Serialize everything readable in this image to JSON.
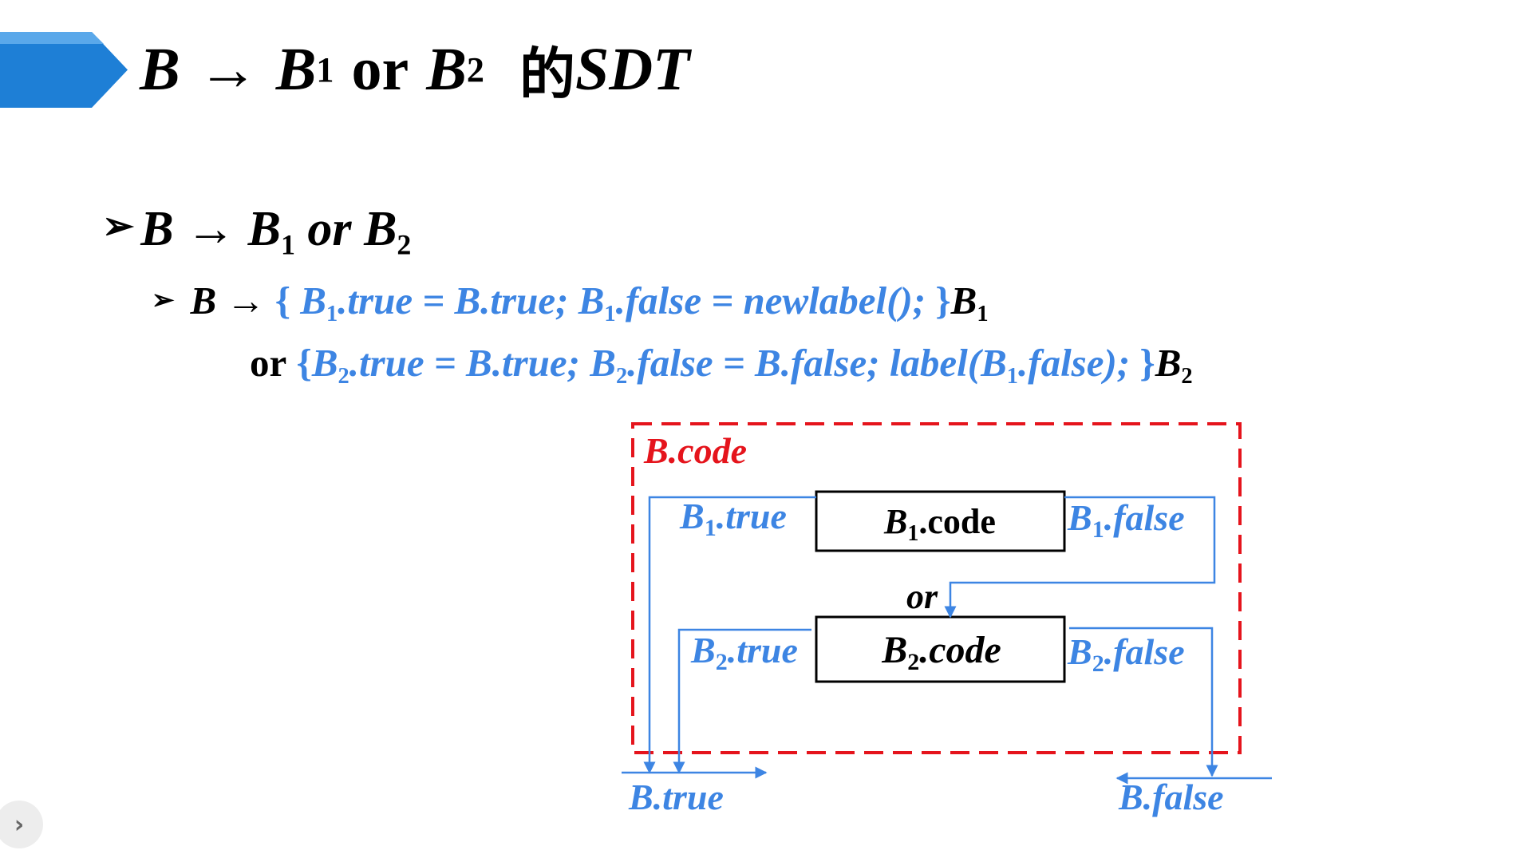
{
  "title": {
    "b": "B",
    "arrow": "→",
    "b1": "B",
    "b1_sub": "1",
    "or": "or",
    "b2": "B",
    "b2_sub": "2",
    "de": "的",
    "sdt": "SDT"
  },
  "bullet1": {
    "marker": "➢",
    "b": "B",
    "arrow": "→",
    "b1": "B",
    "b1_sub": "1",
    "or": "or",
    "b2": "B",
    "b2_sub": "2"
  },
  "bullet2": {
    "marker": "➢",
    "b": "B",
    "arrow": "→",
    "open": "{",
    "p1a": "B",
    "p1a_sub": "1",
    "p1b": ".true = B.true;",
    "p2a": "B",
    "p2a_sub": "1",
    "p2b": ".false = newlabel();",
    "close": "}",
    "tail": "B",
    "tail_sub": "1"
  },
  "bullet3": {
    "or": "or",
    "open": "{",
    "p1a": "B",
    "p1a_sub": "2",
    "p1b": ".true = B.true;",
    "p2a": "B",
    "p2a_sub": "2",
    "p2b": ".false = B.false;",
    "p3a": "label(B",
    "p3a_sub": "1",
    "p3b": ".false);",
    "close": "}",
    "tail": "B",
    "tail_sub": "2"
  },
  "diagram": {
    "bcode_label": "B.code",
    "b1_code_main": "B",
    "b1_code_sub": "1",
    "b1_code_rest": ".code",
    "b2_code_main": "B",
    "b2_code_sub": "2",
    "b2_code_rest": ".code",
    "b1_true_main": "B",
    "b1_true_sub": "1",
    "b1_true_rest": ".true",
    "b1_false_main": "B",
    "b1_false_sub": "1",
    "b1_false_rest": ".false",
    "b2_true_main": "B",
    "b2_true_sub": "2",
    "b2_true_rest": ".true",
    "b2_false_main": "B",
    "b2_false_sub": "2",
    "b2_false_rest": ".false",
    "or_label": "or",
    "btrue_label": "B.true",
    "bfalse_label": "B.false"
  },
  "nav": {
    "next_icon": "›"
  },
  "colors": {
    "accent_blue": "#3d85e3",
    "banner_blue": "#1e7fd6",
    "banner_light": "#5aa8ea",
    "dashed_red": "#e5141c",
    "black": "#000000"
  }
}
